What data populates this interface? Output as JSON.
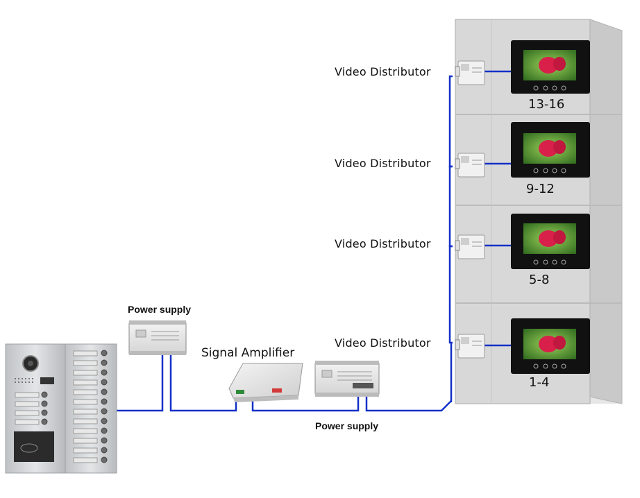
{
  "labels": {
    "video_distributor": "Video Distributor",
    "signal_amplifier": "Signal Amplifier",
    "power_supply_top": "Power supply",
    "power_supply_bottom": "Power supply"
  },
  "monitor_groups": [
    "13-16",
    "9-12",
    "5-8",
    "1-4"
  ],
  "colors": {
    "wire": "#1230c8",
    "screen_bezel": "#111111",
    "flower": "#d8204a",
    "leaf": "#3c8a2a",
    "cabinet": "#d9d9d9"
  }
}
